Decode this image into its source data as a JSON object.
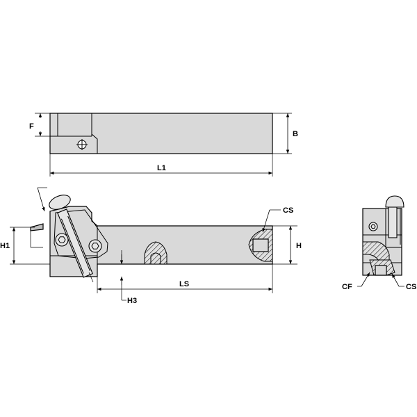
{
  "views": {
    "top": {
      "labels": {
        "F": "F",
        "B": "B",
        "L1": "L1"
      }
    },
    "front": {
      "labels": {
        "H1": "H1",
        "H": "H",
        "LS": "LS",
        "H3": "H3",
        "CS": "CS"
      }
    },
    "end": {
      "labels": {
        "CF": "CF",
        "CS": "CS"
      }
    }
  },
  "colors": {
    "body_fill": "#d9d9d9",
    "shade_fill": "#bfbfbf",
    "line": "#000000"
  }
}
